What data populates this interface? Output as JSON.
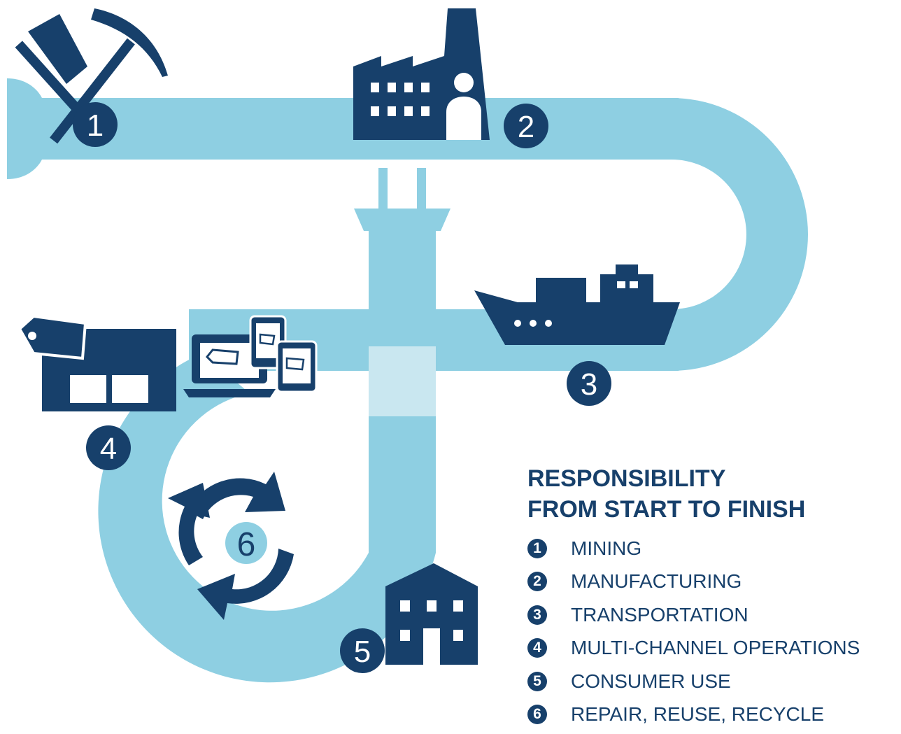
{
  "title": {
    "line1": "RESPONSIBILITY",
    "line2": "FROM START TO FINISH"
  },
  "steps": [
    {
      "number": "1",
      "label": "MINING",
      "icon": "pickaxe-shovel-icon"
    },
    {
      "number": "2",
      "label": "MANUFACTURING",
      "icon": "factory-icon"
    },
    {
      "number": "3",
      "label": "TRANSPORTATION",
      "icon": "ship-icon"
    },
    {
      "number": "4",
      "label": "MULTI-CHANNEL OPERATIONS",
      "icon": "store-and-devices-icon"
    },
    {
      "number": "5",
      "label": "CONSUMER USE",
      "icon": "house-icon"
    },
    {
      "number": "6",
      "label": "REPAIR, REUSE, RECYCLE",
      "icon": "recycle-arrows-icon"
    }
  ],
  "colors": {
    "navy": "#17406b",
    "path": "#8ecfe2",
    "path_light": "#c9e7f0"
  }
}
